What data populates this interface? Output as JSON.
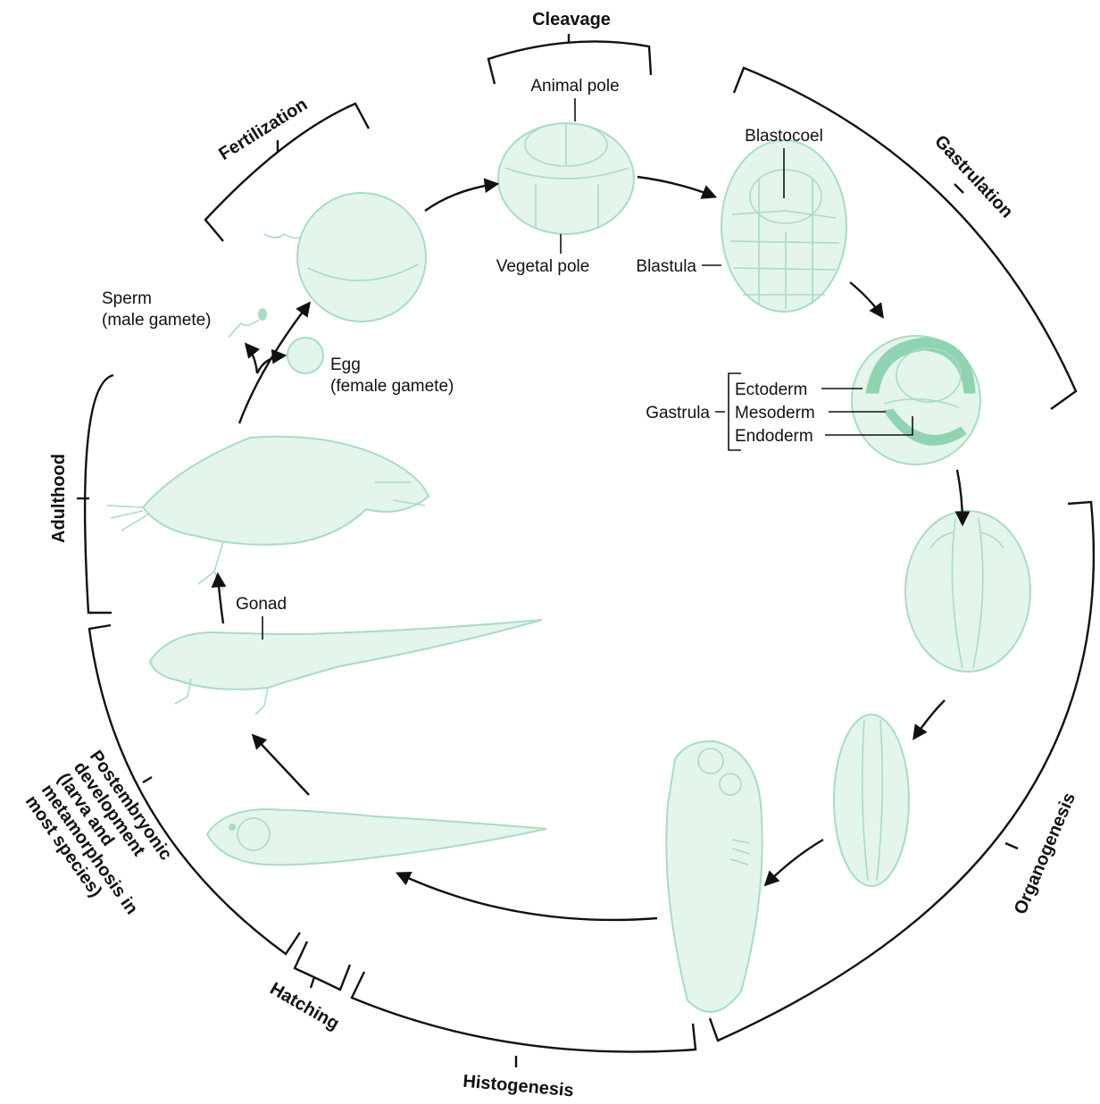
{
  "stages": {
    "cleavage": "Cleavage",
    "fertilization": "Fertilization",
    "gastrulation": "Gastrulation",
    "organogenesis": "Organogenesis",
    "histogenesis": "Histogenesis",
    "hatching": "Hatching",
    "adulthood": "Adulthood",
    "postembryonic": [
      "Postembryonic",
      "development",
      "(larva and",
      "metamorphosis in",
      "most species)"
    ]
  },
  "labels": {
    "animal_pole": "Animal pole",
    "vegetal_pole": "Vegetal pole",
    "blastocoel": "Blastocoel",
    "blastula": "Blastula",
    "gastrula": "Gastrula",
    "ectoderm": "Ectoderm",
    "mesoderm": "Mesoderm",
    "endoderm": "Endoderm",
    "sperm": [
      "Sperm",
      "(male gamete)"
    ],
    "egg": [
      "Egg",
      "(female gamete)"
    ],
    "gonad": "Gonad"
  },
  "colors": {
    "organism_fill": "#e4f5eb",
    "organism_stroke": "#a9dcc0",
    "ink": "#111111"
  }
}
